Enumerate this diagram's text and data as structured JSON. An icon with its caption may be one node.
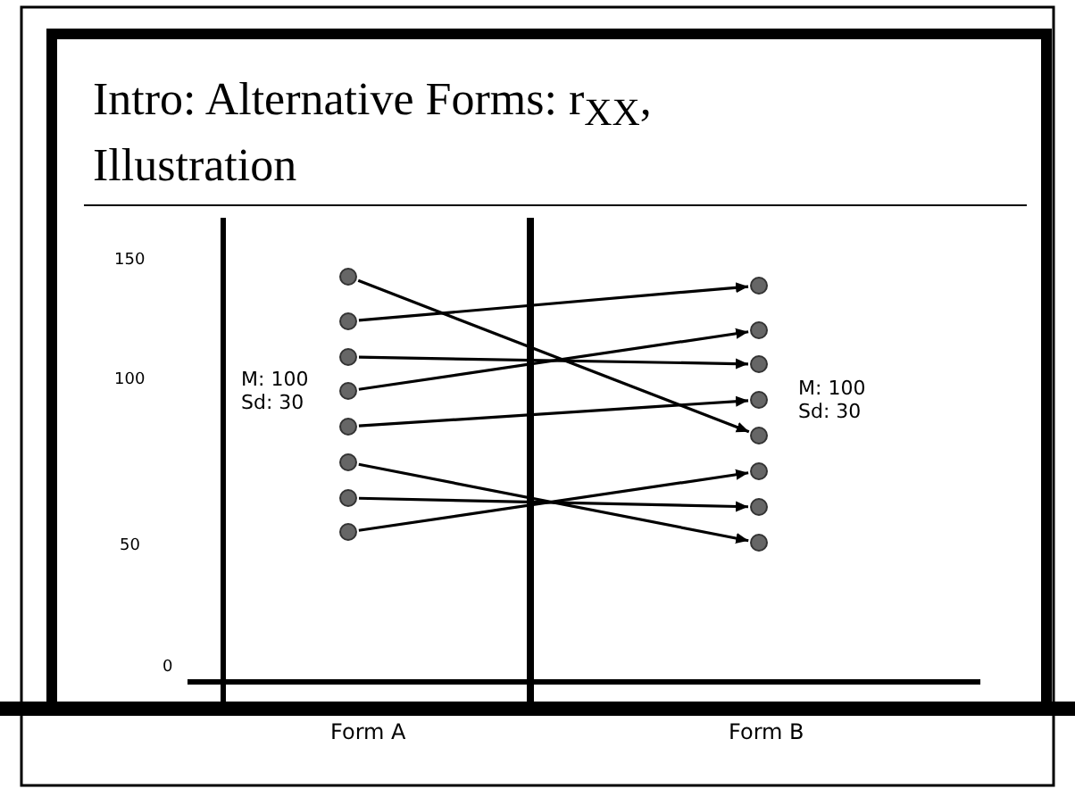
{
  "diagram": {
    "title": "Intro: Alternative Forms: r$_{XX}$, Illustration",
    "nodes": [
      {
        "text": [],
        "shape": "circle"
      },
      {
        "text": [],
        "shape": "circle"
      },
      {
        "text": [],
        "shape": "circle"
      },
      {
        "text": [],
        "shape": "circle"
      },
      {
        "text": [],
        "shape": "circle"
      },
      {
        "text": [],
        "shape": "circle"
      },
      {
        "text": [],
        "shape": "circle"
      },
      {
        "text": [],
        "shape": "circle"
      },
      {
        "text": [],
        "shape": "circle"
      },
      {
        "text": [],
        "shape": "circle"
      },
      {
        "text": [],
        "shape": "circle"
      },
      {
        "text": [],
        "shape": "circle"
      },
      {
        "text": [],
        "shape": "circle"
      },
      {
        "text": [],
        "shape": "circle"
      },
      {
        "text": [],
        "shape": "circle"
      },
      {
        "text": [],
        "shape": "circle"
      }
    ],
    "edges": [
      {
        "from": 0,
        "to": 12,
        "arrow": "to"
      },
      {
        "from": 1,
        "to": 8,
        "arrow": "to"
      },
      {
        "from": 2,
        "to": 10,
        "arrow": "to"
      },
      {
        "from": 3,
        "to": 9,
        "arrow": "to"
      },
      {
        "from": 4,
        "to": 11,
        "arrow": "to"
      },
      {
        "from": 5,
        "to": 15,
        "arrow": "to"
      },
      {
        "from": 6,
        "to": 14,
        "arrow": "to"
      },
      {
        "from": 7,
        "to": 13,
        "arrow": "to"
      }
    ],
    "labels": [
      "150",
      "M: 100 Sd: 30",
      "M: 100 Sd: 30",
      "100",
      "50",
      "0",
      "Form A",
      "Form B"
    ]
  }
}
